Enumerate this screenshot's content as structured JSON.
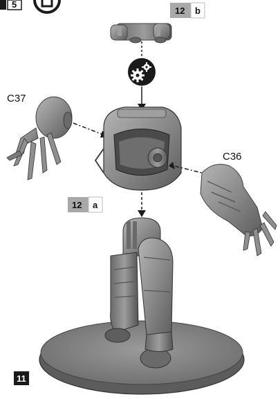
{
  "top_left_fragment": "5",
  "step_number": "11",
  "callouts": {
    "top_sub_step": {
      "number": "12",
      "letter": "b"
    },
    "middle_sub_step": {
      "number": "12",
      "letter": "a"
    }
  },
  "parts": {
    "left_claw": "C37",
    "right_claw": "C36"
  },
  "icons": {
    "assembly_gears": "gears-icon",
    "top_left_symbol": "rotate-icon"
  },
  "colors": {
    "model_grey": "#8a8a8a",
    "callout_number_bg": "#a9a9a9",
    "badge_bg": "#1a1a1a"
  }
}
